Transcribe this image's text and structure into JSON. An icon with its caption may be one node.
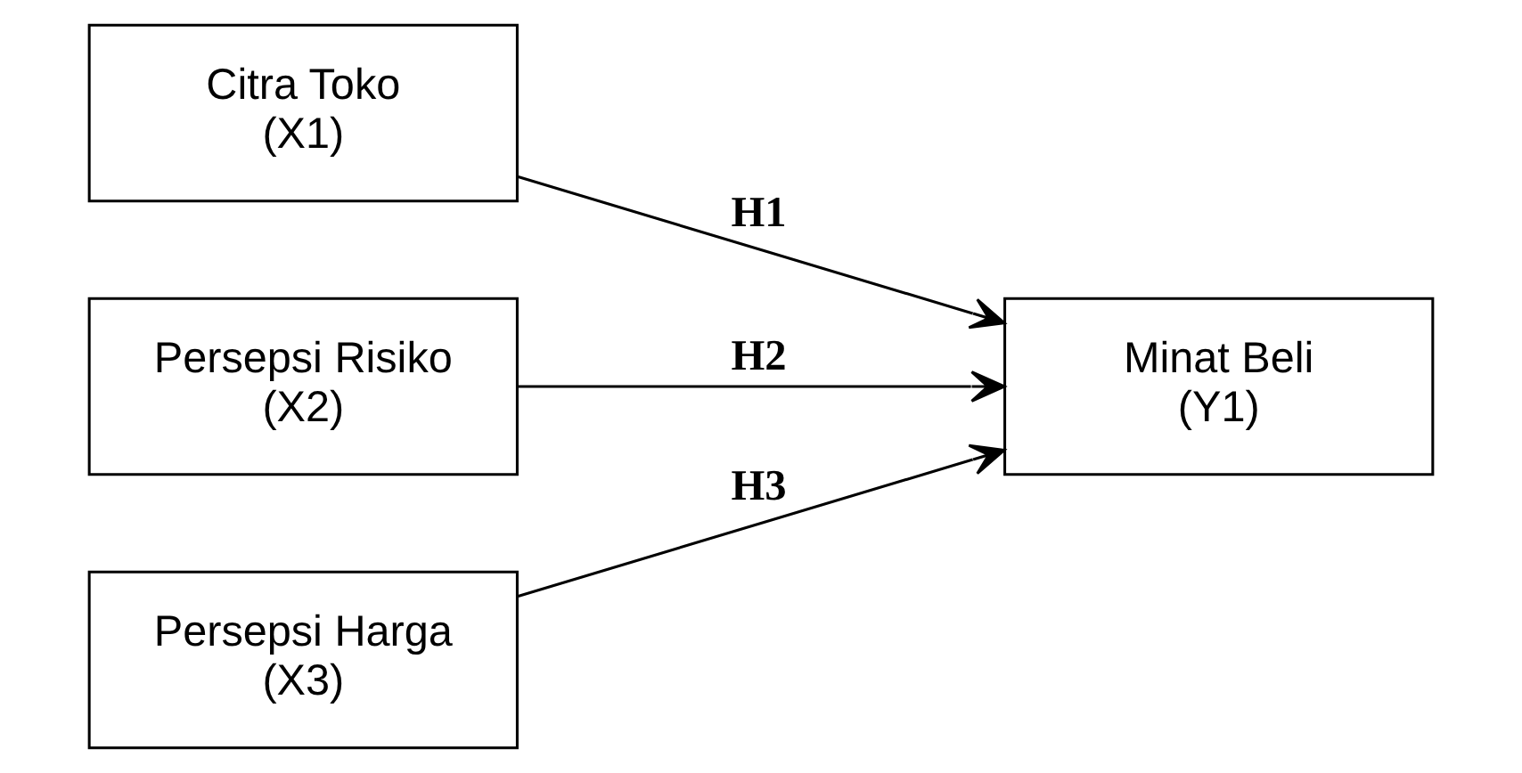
{
  "diagram": {
    "nodes": [
      {
        "text": [
          "Citra Toko (X1)"
        ]
      },
      {
        "text": [
          "Persepsi Risiko (X2)"
        ]
      },
      {
        "text": [
          "Persepsi Harga (X3)"
        ]
      },
      {
        "text": [
          "Minat Beli (Y1)"
        ]
      }
    ],
    "edges": [
      {
        "from": 0,
        "to": 3,
        "arrow": "to",
        "label": "H1"
      },
      {
        "from": 1,
        "to": 3,
        "arrow": "to",
        "label": "H2"
      },
      {
        "from": 2,
        "to": 3,
        "arrow": "to",
        "label": "H3"
      }
    ]
  }
}
